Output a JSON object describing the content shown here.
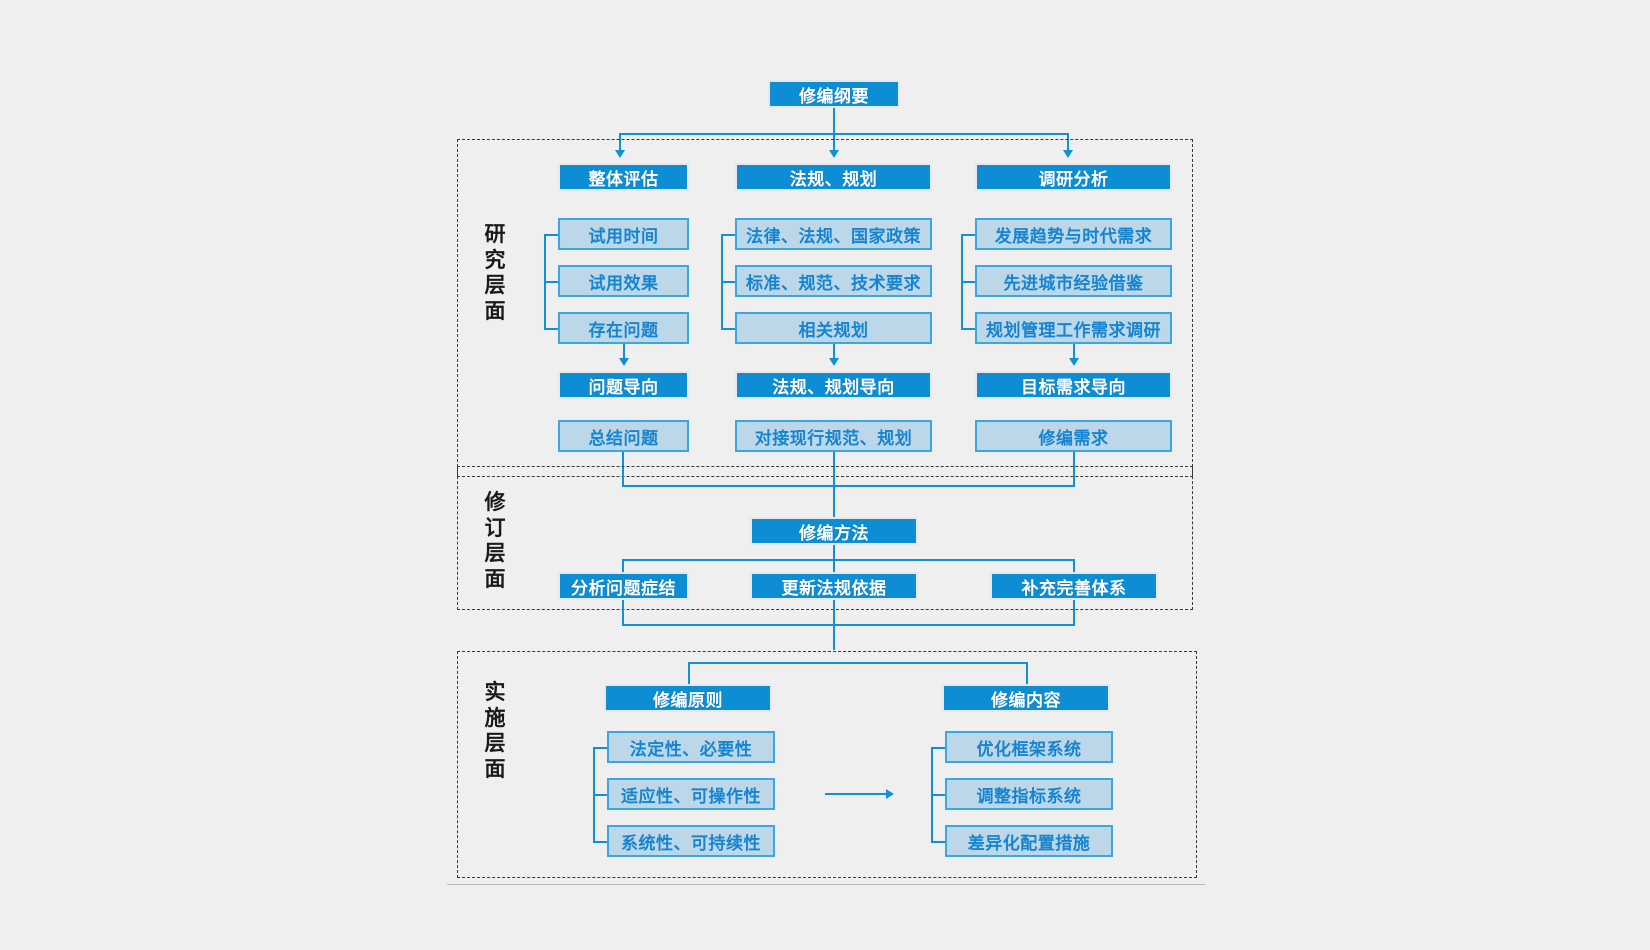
{
  "diagram": {
    "title_box": {
      "label": "修编纲要"
    },
    "layers": [
      {
        "key": "research",
        "label_chars": [
          "研",
          "究",
          "层",
          "面"
        ],
        "label_text": "研究层面"
      },
      {
        "key": "revision",
        "label_chars": [
          "修",
          "订",
          "层",
          "面"
        ],
        "label_text": "修订层面"
      },
      {
        "key": "implement",
        "label_chars": [
          "实",
          "施",
          "层",
          "面"
        ],
        "label_text": "实施层面"
      }
    ],
    "research": {
      "columns": [
        {
          "header": "整体评估",
          "items": [
            "试用时间",
            "试用效果",
            "存在问题"
          ],
          "orientation": "问题导向",
          "outcome": "总结问题"
        },
        {
          "header": "法规、规划",
          "items": [
            "法律、法规、国家政策",
            "标准、规范、技术要求",
            "相关规划"
          ],
          "orientation": "法规、规划导向",
          "outcome": "对接现行规范、规划"
        },
        {
          "header": "调研分析",
          "items": [
            "发展趋势与时代需求",
            "先进城市经验借鉴",
            "规划管理工作需求调研"
          ],
          "orientation": "目标需求导向",
          "outcome": "修编需求"
        }
      ]
    },
    "revision": {
      "header": "修编方法",
      "items": [
        "分析问题症结",
        "更新法规依据",
        "补充完善体系"
      ]
    },
    "implement": {
      "groups": [
        {
          "header": "修编原则",
          "items": [
            "法定性、必要性",
            "适应性、可操作性",
            "系统性、可持续性"
          ]
        },
        {
          "header": "修编内容",
          "items": [
            "优化框架系统",
            "调整指标系统",
            "差异化配置措施"
          ]
        }
      ],
      "link_icon": "arrow-right-icon"
    },
    "colors": {
      "box_dark_fill": "#0d8ed4",
      "box_light_fill": "#bcd8e8",
      "box_light_border": "#3aa7e0",
      "box_light_text": "#1784cf",
      "connector": "#1190d8",
      "layer_border": "#3a3a3a",
      "page_background": "#efefef",
      "bottom_rule": "#b9b9b9"
    }
  }
}
